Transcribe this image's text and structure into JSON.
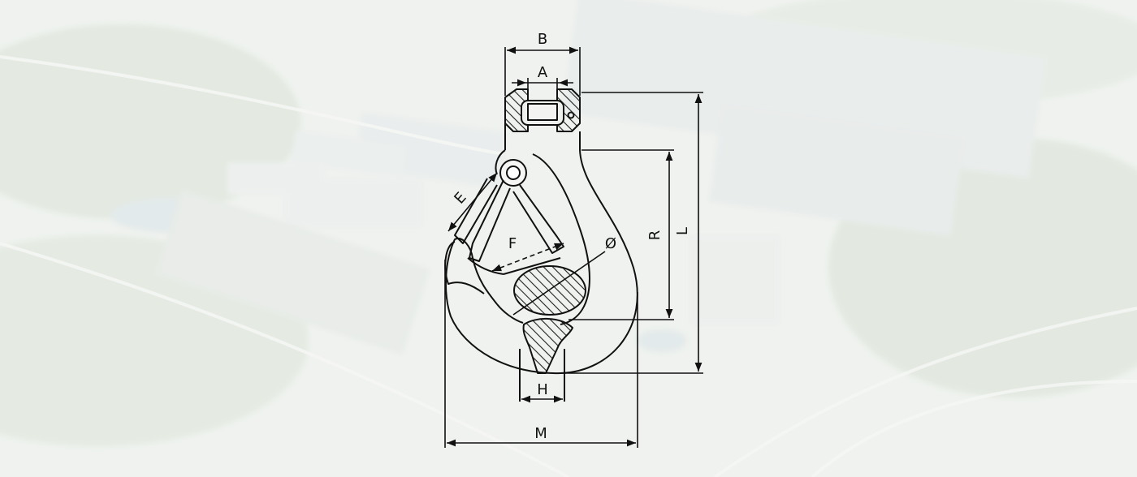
{
  "colors": {
    "background_haze": "#e4eae4",
    "line": "#111111",
    "hatch": "#222222"
  },
  "labels": {
    "A": "A",
    "B": "B",
    "E": "E",
    "F": "F",
    "diameter": "Ø",
    "R": "R",
    "L": "L",
    "H": "H",
    "M": "M"
  }
}
